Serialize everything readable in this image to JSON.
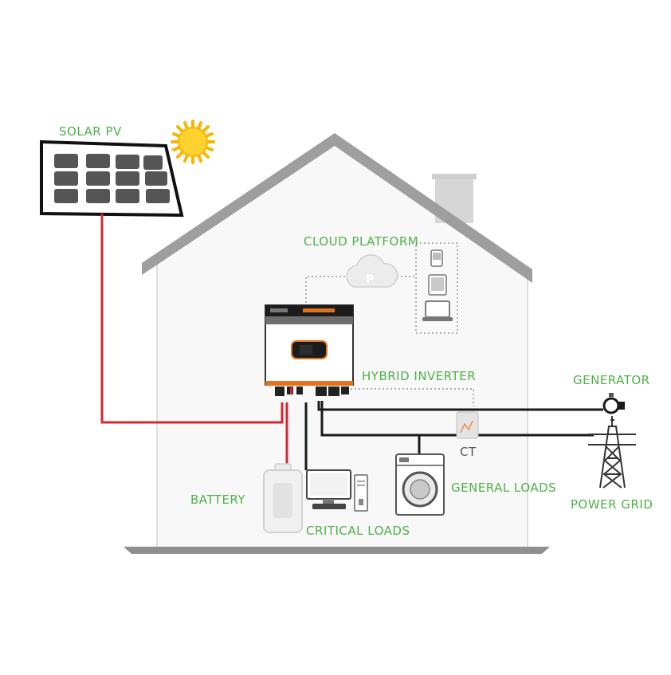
{
  "colors": {
    "label": "#4fb04a",
    "pv_wire": "#d8282f",
    "grid_wire": "#1a1a1a",
    "roof": "#9e9e9e",
    "house_fill": "#f8f8f8",
    "sun": "#f7b600",
    "inverter_accent": "#e2731e"
  },
  "labels": {
    "solar_pv": "SOLAR PV",
    "cloud_platform": "CLOUD PLATFORM",
    "hybrid_inverter": "HYBRID INVERTER",
    "generator": "GENERATOR",
    "ct": "CT",
    "general_loads": "GENERAL LOADS",
    "battery": "BATTERY",
    "power_grid": "POWER GRID",
    "critical_loads": "CRITICAL LOADS"
  },
  "icons": [
    "sun-icon",
    "solar-panel-icon",
    "cloud-icon",
    "phone-icon",
    "tablet-icon",
    "laptop-icon",
    "inverter-icon",
    "generator-icon",
    "pylon-icon",
    "ct-icon",
    "washing-machine-icon",
    "computer-icon",
    "battery-icon",
    "chimney-icon"
  ]
}
